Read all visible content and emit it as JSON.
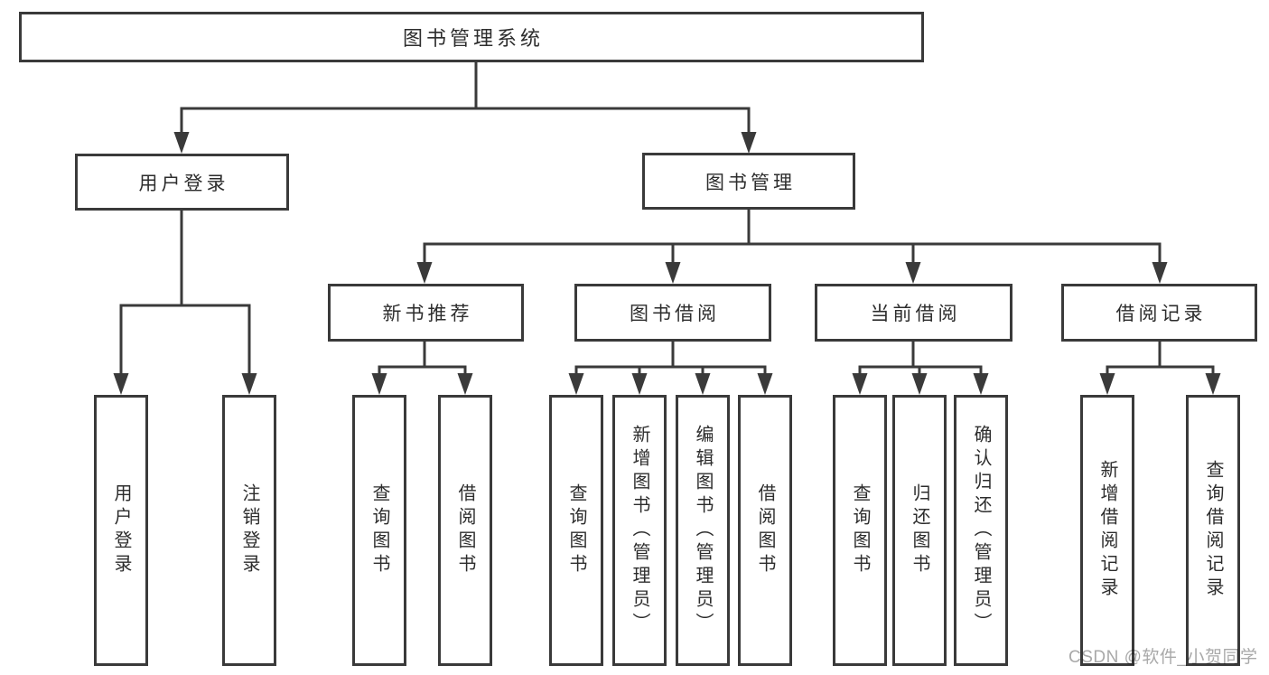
{
  "colors": {
    "line": "#3a3a3a",
    "box_border": "#3a3a3a",
    "text": "#2d2d2d",
    "background": "#ffffff",
    "watermark": "#a9a9a9"
  },
  "diagram": {
    "root_label": "图书管理系统",
    "user_login": {
      "label": "用户登录",
      "children": [
        "用户登录",
        "注销登录"
      ]
    },
    "book_mgmt": {
      "label": "图书管理",
      "sections": {
        "new_book": {
          "label": "新书推荐",
          "children": [
            "查询图书",
            "借阅图书"
          ]
        },
        "borrow": {
          "label": "图书借阅",
          "children": [
            "查询图书",
            "新增图书（管理员）",
            "编辑图书（管理员）",
            "借阅图书"
          ]
        },
        "current": {
          "label": "当前借阅",
          "children": [
            "查询图书",
            "归还图书",
            "确认归还（管理员）"
          ]
        },
        "records": {
          "label": "借阅记录",
          "children": [
            "新增借阅记录",
            "查询借阅记录"
          ]
        }
      }
    }
  },
  "watermark": "CSDN @软件_小贺同学"
}
